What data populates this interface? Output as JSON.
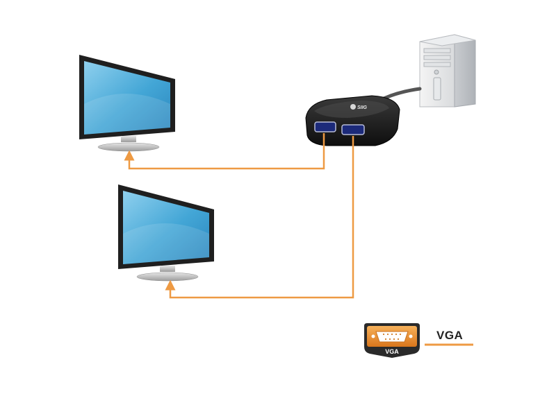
{
  "legend": {
    "cable_label": "VGA",
    "badge_label": "VGA",
    "badge_icon": "vga-connector-icon"
  },
  "splitter": {
    "brand_logo": "siig-logo"
  },
  "colors": {
    "cable": "#ee9a43",
    "screen": "#43a6d6",
    "monitor_frame": "#1f1f1f",
    "badge": "#e8892d"
  }
}
